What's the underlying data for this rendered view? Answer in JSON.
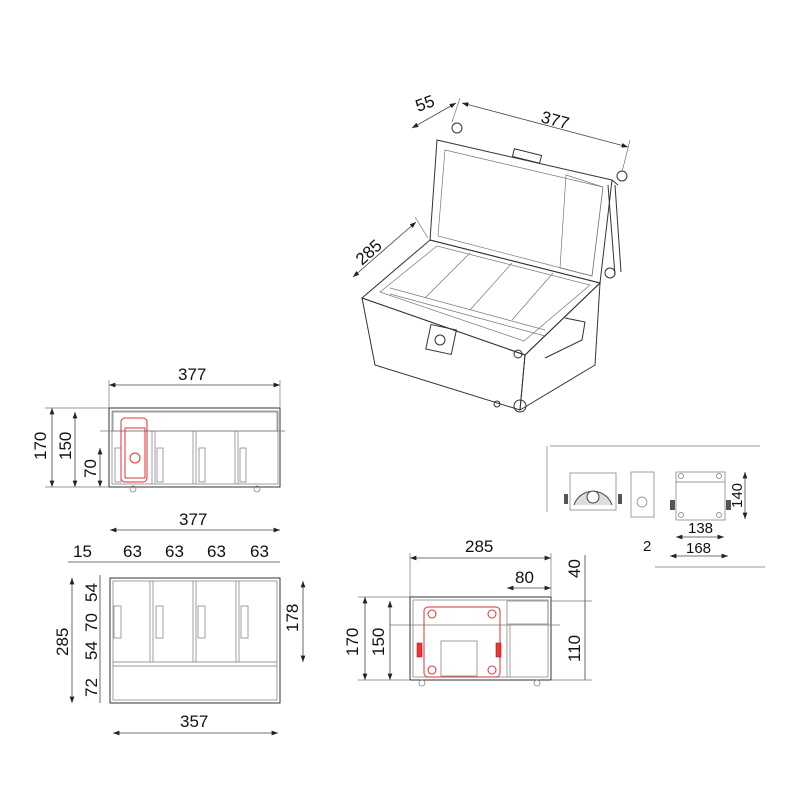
{
  "isometric_view": {
    "width": "377",
    "lid_depth": "55",
    "depth": "285"
  },
  "front_view": {
    "width": "377",
    "height_total": "170",
    "height_body": "150",
    "insert_height": "70"
  },
  "top_view": {
    "width": "377",
    "wall": "15",
    "compartments": [
      "63",
      "63",
      "63",
      "63"
    ],
    "depth": "285",
    "rows": [
      "54",
      "70",
      "54",
      "72"
    ],
    "divider_length": "178",
    "inner_width": "357"
  },
  "side_view": {
    "depth": "285",
    "lid_compartment": "80",
    "lid_height": "40",
    "body_height": "110",
    "height_total": "170",
    "height_body": "150"
  },
  "detail_inset": {
    "height": "140",
    "inner_width": "138",
    "outer_width": "168",
    "offset": "2"
  },
  "colors": {
    "line": "#333333",
    "highlight": "#dd3333"
  }
}
